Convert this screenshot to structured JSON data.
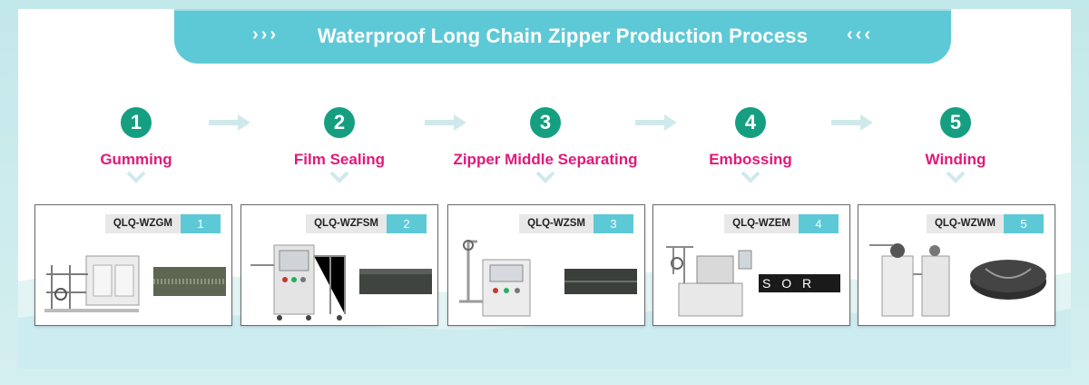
{
  "header": {
    "title": "Waterproof Long Chain Zipper Production Process",
    "left_chevrons": "›››",
    "right_chevrons": "‹‹‹"
  },
  "steps": [
    {
      "number": "1",
      "label": "Gumming",
      "code": "QLQ-WZGM",
      "index": "1"
    },
    {
      "number": "2",
      "label": "Film Sealing",
      "code": "QLQ-WZFSM",
      "index": "2"
    },
    {
      "number": "3",
      "label": "Zipper Middle Separating",
      "code": "QLQ-WZSM",
      "index": "3"
    },
    {
      "number": "4",
      "label": "Embossing",
      "code": "QLQ-WZEM",
      "index": "4",
      "sample_text": "S O R"
    },
    {
      "number": "5",
      "label": "Winding",
      "code": "QLQ-WZWM",
      "index": "5"
    }
  ],
  "colors": {
    "banner": "#5ec9d6",
    "step_circle": "#159f80",
    "step_label": "#e0197a",
    "arrow": "#cfe9ec"
  }
}
